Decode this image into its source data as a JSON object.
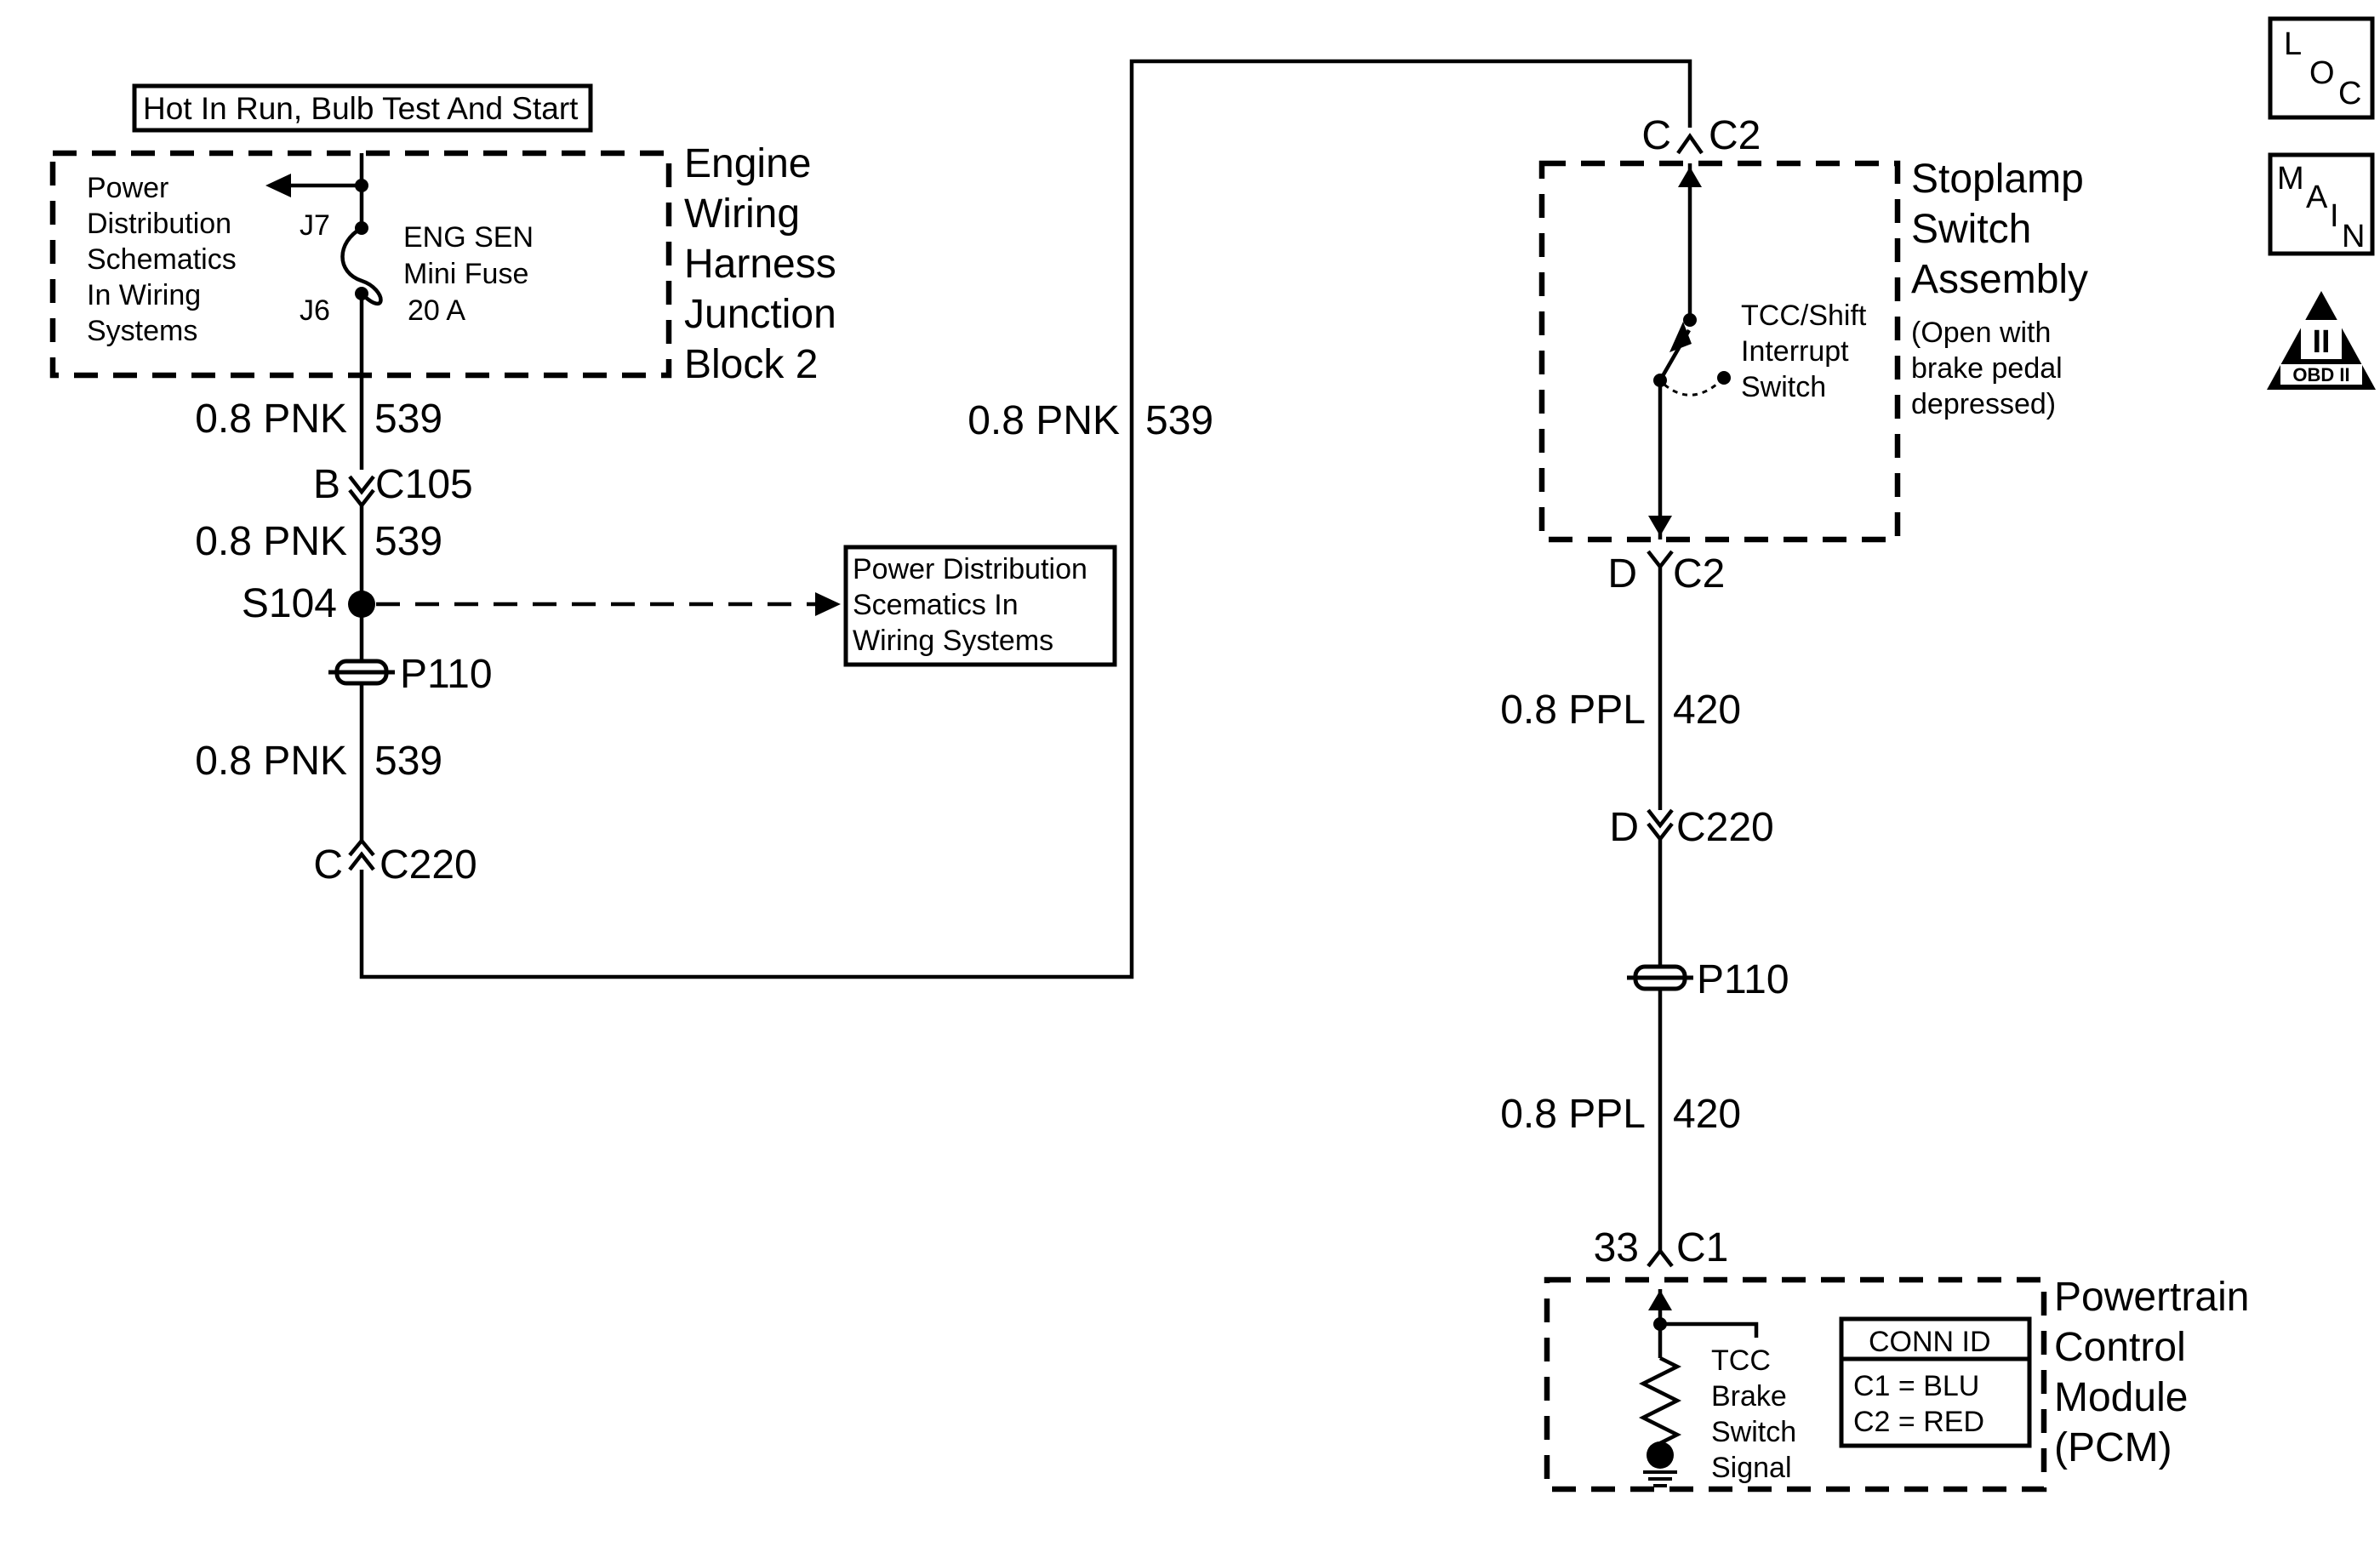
{
  "hot_box": {
    "label": "Hot In Run, Bulb Test And Start"
  },
  "engine_block": {
    "title_lines": [
      "Engine",
      "Wiring",
      "Harness",
      "Junction",
      "Block 2"
    ],
    "power_dist_lines": [
      "Power",
      "Distribution",
      "Schematics",
      "In Wiring",
      "Systems"
    ],
    "pin_top": "J7",
    "pin_bottom": "J6",
    "fuse_lines": [
      "ENG SEN",
      "Mini Fuse",
      "20 A"
    ]
  },
  "left_wires": {
    "wire_1": {
      "gauge_color": "0.8 PNK",
      "circuit": "539"
    },
    "wire_2": {
      "gauge_color": "0.8 PNK",
      "circuit": "539"
    },
    "wire_3": {
      "gauge_color": "0.8 PNK",
      "circuit": "539"
    },
    "connector_c105": {
      "pin": "B",
      "id": "C105"
    },
    "splice": {
      "id": "S104"
    },
    "pass_through_p110": {
      "id": "P110"
    },
    "connector_c220": {
      "pin": "C",
      "id": "C220"
    }
  },
  "middle_wire": {
    "gauge_color": "0.8 PNK",
    "circuit": "539"
  },
  "power_dist_box": {
    "lines": [
      "Power Distribution",
      "Scematics In",
      "Wiring Systems"
    ]
  },
  "stoplamp": {
    "connector_top": {
      "pin": "C",
      "id": "C2"
    },
    "title_lines": [
      "Stoplamp",
      "Switch",
      "Assembly"
    ],
    "note_lines": [
      "(Open with",
      "brake pedal",
      "depressed)"
    ],
    "switch_lines": [
      "TCC/Shift",
      "Interrupt",
      "Switch"
    ],
    "connector_bottom": {
      "pin": "D",
      "id": "C2"
    }
  },
  "right_wires": {
    "wire_1": {
      "gauge_color": "0.8 PPL",
      "circuit": "420"
    },
    "connector_c220": {
      "pin": "D",
      "id": "C220"
    },
    "pass_through_p110": {
      "id": "P110"
    },
    "wire_2": {
      "gauge_color": "0.8 PPL",
      "circuit": "420"
    },
    "connector_c1": {
      "pin": "33",
      "id": "C1"
    }
  },
  "pcm": {
    "title_lines": [
      "Powertrain",
      "Control",
      "Module",
      "(PCM)"
    ],
    "signal_lines": [
      "TCC",
      "Brake",
      "Switch",
      "Signal"
    ],
    "conn_id_title": "CONN ID",
    "conn_id_rows": [
      "C1 = BLU",
      "C2 = RED"
    ]
  },
  "nav_icons": {
    "loc": [
      "L",
      "O",
      "C"
    ],
    "main": [
      "M",
      "A",
      "I",
      "N"
    ],
    "obd": {
      "roman": "II",
      "label": "OBD II"
    }
  }
}
